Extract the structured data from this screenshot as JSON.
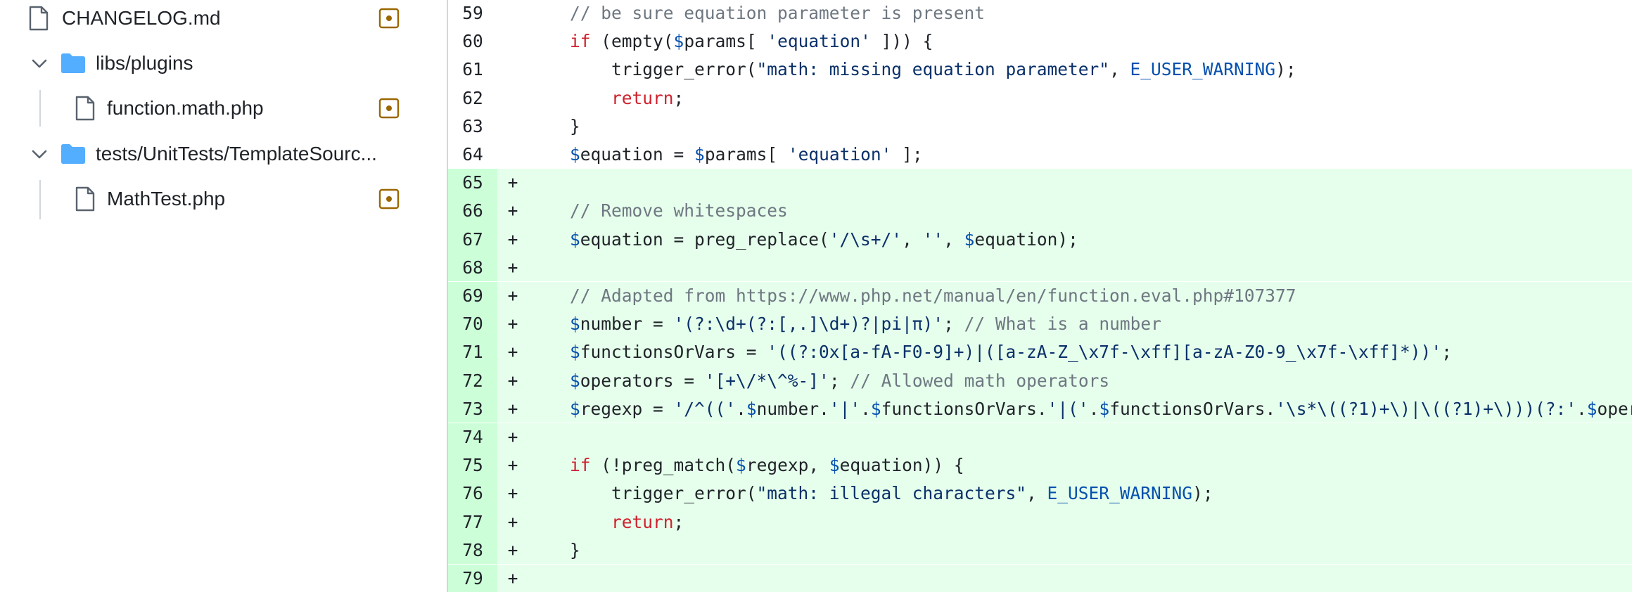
{
  "file_tree": {
    "items": [
      {
        "type": "file",
        "label": "CHANGELOG.md",
        "icon": "file-icon",
        "status_icon": "file-modified-icon"
      },
      {
        "type": "folder",
        "label": "libs/plugins",
        "icon": "folder-icon",
        "expanded": true
      },
      {
        "type": "file",
        "label": "function.math.php",
        "icon": "file-icon",
        "status_icon": "file-modified-icon"
      },
      {
        "type": "folder",
        "label": "tests/UnitTests/TemplateSourc...",
        "icon": "folder-icon",
        "expanded": true
      },
      {
        "type": "file",
        "label": "MathTest.php",
        "icon": "file-icon",
        "status_icon": "file-modified-icon"
      }
    ]
  },
  "diff": {
    "lines": [
      {
        "num": "59",
        "sign": "",
        "added": false,
        "tokens": [
          [
            "",
            "    "
          ],
          [
            "cmt",
            "// be sure equation parameter is present"
          ]
        ]
      },
      {
        "num": "60",
        "sign": "",
        "added": false,
        "tokens": [
          [
            "",
            "    "
          ],
          [
            "kw",
            "if"
          ],
          [
            "",
            " (empty("
          ],
          [
            "var",
            "$"
          ],
          [
            "",
            "params[ "
          ],
          [
            "str",
            "'equation'"
          ],
          [
            "",
            " ])) {"
          ]
        ]
      },
      {
        "num": "61",
        "sign": "",
        "added": false,
        "tokens": [
          [
            "",
            "        trigger_error("
          ],
          [
            "str",
            "\"math: missing equation parameter\""
          ],
          [
            "",
            ", "
          ],
          [
            "const",
            "E_USER_WARNING"
          ],
          [
            "",
            ");"
          ]
        ]
      },
      {
        "num": "62",
        "sign": "",
        "added": false,
        "tokens": [
          [
            "",
            "        "
          ],
          [
            "kw",
            "return"
          ],
          [
            "",
            ";"
          ]
        ]
      },
      {
        "num": "63",
        "sign": "",
        "added": false,
        "tokens": [
          [
            "",
            "    }"
          ]
        ]
      },
      {
        "num": "64",
        "sign": "",
        "added": false,
        "tokens": [
          [
            "",
            "    "
          ],
          [
            "var",
            "$"
          ],
          [
            "",
            "equation = "
          ],
          [
            "var",
            "$"
          ],
          [
            "",
            "params[ "
          ],
          [
            "str",
            "'equation'"
          ],
          [
            "",
            " ];"
          ]
        ]
      },
      {
        "num": "65",
        "sign": "+",
        "added": true,
        "tokens": [
          [
            "",
            ""
          ]
        ]
      },
      {
        "num": "66",
        "sign": "+",
        "added": true,
        "tokens": [
          [
            "",
            "    "
          ],
          [
            "cmt",
            "// Remove whitespaces"
          ]
        ]
      },
      {
        "num": "67",
        "sign": "+",
        "added": true,
        "tokens": [
          [
            "",
            "    "
          ],
          [
            "var",
            "$"
          ],
          [
            "",
            "equation = preg_replace("
          ],
          [
            "str",
            "'/\\s+/'"
          ],
          [
            "",
            ", "
          ],
          [
            "str",
            "''"
          ],
          [
            "",
            ", "
          ],
          [
            "var",
            "$"
          ],
          [
            "",
            "equation);"
          ]
        ]
      },
      {
        "num": "68",
        "sign": "+",
        "added": true,
        "tokens": [
          [
            "",
            ""
          ]
        ]
      },
      {
        "num": "69",
        "sign": "+",
        "added": true,
        "tokens": [
          [
            "",
            "    "
          ],
          [
            "cmt",
            "// Adapted from https://www.php.net/manual/en/function.eval.php#107377"
          ]
        ]
      },
      {
        "num": "70",
        "sign": "+",
        "added": true,
        "tokens": [
          [
            "",
            "    "
          ],
          [
            "var",
            "$"
          ],
          [
            "",
            "number = "
          ],
          [
            "str",
            "'(?:\\d+(?:[,.]\\d+)?|pi|π)'"
          ],
          [
            "",
            "; "
          ],
          [
            "cmt",
            "// What is a number"
          ]
        ]
      },
      {
        "num": "71",
        "sign": "+",
        "added": true,
        "tokens": [
          [
            "",
            "    "
          ],
          [
            "var",
            "$"
          ],
          [
            "",
            "functionsOrVars = "
          ],
          [
            "str",
            "'((?:0x[a-fA-F0-9]+)|([a-zA-Z_\\x7f-\\xff][a-zA-Z0-9_\\x7f-\\xff]*))'"
          ],
          [
            "",
            ";"
          ]
        ]
      },
      {
        "num": "72",
        "sign": "+",
        "added": true,
        "tokens": [
          [
            "",
            "    "
          ],
          [
            "var",
            "$"
          ],
          [
            "",
            "operators = "
          ],
          [
            "str",
            "'[+\\/*\\^%-]'"
          ],
          [
            "",
            "; "
          ],
          [
            "cmt",
            "// Allowed math operators"
          ]
        ]
      },
      {
        "num": "73",
        "sign": "+",
        "added": true,
        "tokens": [
          [
            "",
            "    "
          ],
          [
            "var",
            "$"
          ],
          [
            "",
            "regexp = "
          ],
          [
            "str",
            "'/^(('"
          ],
          [
            "",
            "."
          ],
          [
            "var",
            "$"
          ],
          [
            "",
            "number."
          ],
          [
            "str",
            "'|'"
          ],
          [
            "",
            "."
          ],
          [
            "var",
            "$"
          ],
          [
            "",
            "functionsOrVars."
          ],
          [
            "str",
            "'|('"
          ],
          [
            "",
            "."
          ],
          [
            "var",
            "$"
          ],
          [
            "",
            "functionsOrVars."
          ],
          [
            "str",
            "'\\s*\\((?1)+\\)|\\((?1)+\\)))(?:'"
          ],
          [
            "",
            "."
          ],
          [
            "var",
            "$"
          ],
          [
            "",
            "oper"
          ]
        ]
      },
      {
        "num": "74",
        "sign": "+",
        "added": true,
        "tokens": [
          [
            "",
            ""
          ]
        ]
      },
      {
        "num": "75",
        "sign": "+",
        "added": true,
        "tokens": [
          [
            "",
            "    "
          ],
          [
            "kw",
            "if"
          ],
          [
            "",
            " (!preg_match("
          ],
          [
            "var",
            "$"
          ],
          [
            "",
            "regexp, "
          ],
          [
            "var",
            "$"
          ],
          [
            "",
            "equation)) {"
          ]
        ]
      },
      {
        "num": "76",
        "sign": "+",
        "added": true,
        "tokens": [
          [
            "",
            "        trigger_error("
          ],
          [
            "str",
            "\"math: illegal characters\""
          ],
          [
            "",
            ", "
          ],
          [
            "const",
            "E_USER_WARNING"
          ],
          [
            "",
            ");"
          ]
        ]
      },
      {
        "num": "77",
        "sign": "+",
        "added": true,
        "tokens": [
          [
            "",
            "        "
          ],
          [
            "kw",
            "return"
          ],
          [
            "",
            ";"
          ]
        ]
      },
      {
        "num": "78",
        "sign": "+",
        "added": true,
        "tokens": [
          [
            "",
            "    }"
          ]
        ]
      },
      {
        "num": "79",
        "sign": "+",
        "added": true,
        "tokens": [
          [
            "",
            ""
          ]
        ]
      }
    ]
  },
  "colors": {
    "added_bg": "#e6ffec",
    "added_num_bg": "#ccffd8",
    "modified_icon": "#9a6700",
    "folder_icon": "#54aeff",
    "keyword": "#cf222e",
    "variable": "#0550ae",
    "string": "#0a3069",
    "comment": "#6e7781"
  }
}
